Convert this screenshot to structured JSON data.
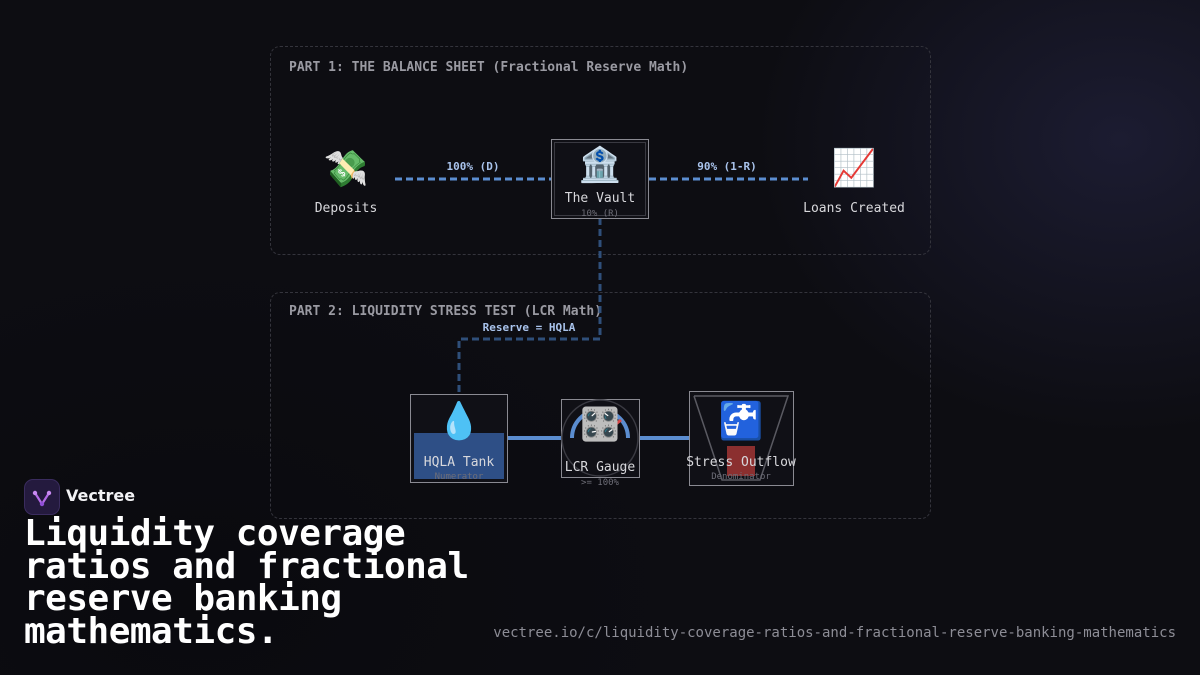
{
  "colors": {
    "background": "#0d0d12",
    "flow_line": "#5b8dd0",
    "edge_label": "#a9c3ec",
    "water": "#2e4f86",
    "outflow": "#8b2f2f",
    "gauge_arc": "#5b8dd0",
    "gauge_needle": "#d64a4a"
  },
  "part1": {
    "title": "PART 1: THE BALANCE SHEET (Fractional Reserve Math)",
    "deposits": {
      "icon": "money-with-wings-icon",
      "glyph": "💸",
      "label": "Deposits"
    },
    "vault": {
      "icon": "bank-icon",
      "glyph": "🏦",
      "label": "The Vault",
      "sublabel": "10% (R)"
    },
    "loans": {
      "icon": "chart-increasing-icon",
      "glyph": "📈",
      "label": "Loans Created"
    },
    "edge_deposits_vault": "100% (D)",
    "edge_vault_loans": "90% (1-R)"
  },
  "part2": {
    "title": "PART 2: LIQUIDITY STRESS TEST (LCR Math)",
    "reserve_link_label": "Reserve = HQLA",
    "hqla": {
      "icon": "droplet-icon",
      "glyph": "💧",
      "label": "HQLA Tank",
      "sublabel": "Numerator"
    },
    "gauge": {
      "icon": "control-knobs-icon",
      "glyph": "🎛️",
      "label": "LCR Gauge",
      "sublabel": ">= 100%"
    },
    "outflow": {
      "icon": "faucet-icon",
      "glyph": "🚰",
      "label": "Stress Outflow",
      "sublabel": "Denominator"
    }
  },
  "brand": {
    "name": "Vectree",
    "icon": "vectree-logo-icon"
  },
  "headline": "Liquidity coverage ratios and fractional reserve banking mathematics.",
  "url": "vectree.io/c/liquidity-coverage-ratios-and-fractional-reserve-banking-mathematics"
}
